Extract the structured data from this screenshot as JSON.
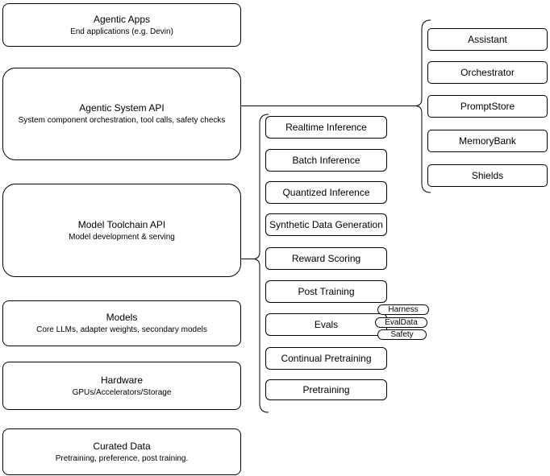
{
  "left_nodes": [
    {
      "title": "Agentic Apps",
      "subtitle": "End applications (e.g. Devin)"
    },
    {
      "title": "Agentic System API",
      "subtitle": "System component orchestration, tool calls, safety checks"
    },
    {
      "title": "Model Toolchain API",
      "subtitle": "Model development & serving"
    },
    {
      "title": "Models",
      "subtitle": "Core LLMs, adapter weights, secondary models"
    },
    {
      "title": "Hardware",
      "subtitle": "GPUs/Accelerators/Storage"
    },
    {
      "title": "Curated Data",
      "subtitle": "Pretraining, preference, post training."
    }
  ],
  "toolchain_items": [
    "Realtime Inference",
    "Batch Inference",
    "Quantized Inference",
    "Synthetic Data Generation",
    "Reward Scoring",
    "Post Training",
    "Evals",
    "Continual Pretraining",
    "Pretraining"
  ],
  "evals_tags": [
    "Harness",
    "EvalData",
    "Safety"
  ],
  "system_components": [
    "Assistant",
    "Orchestrator",
    "PromptStore",
    "MemoryBank",
    "Shields"
  ],
  "colors": {
    "stroke": "#000000",
    "fill": "#ffffff",
    "background": "#ffffff"
  }
}
